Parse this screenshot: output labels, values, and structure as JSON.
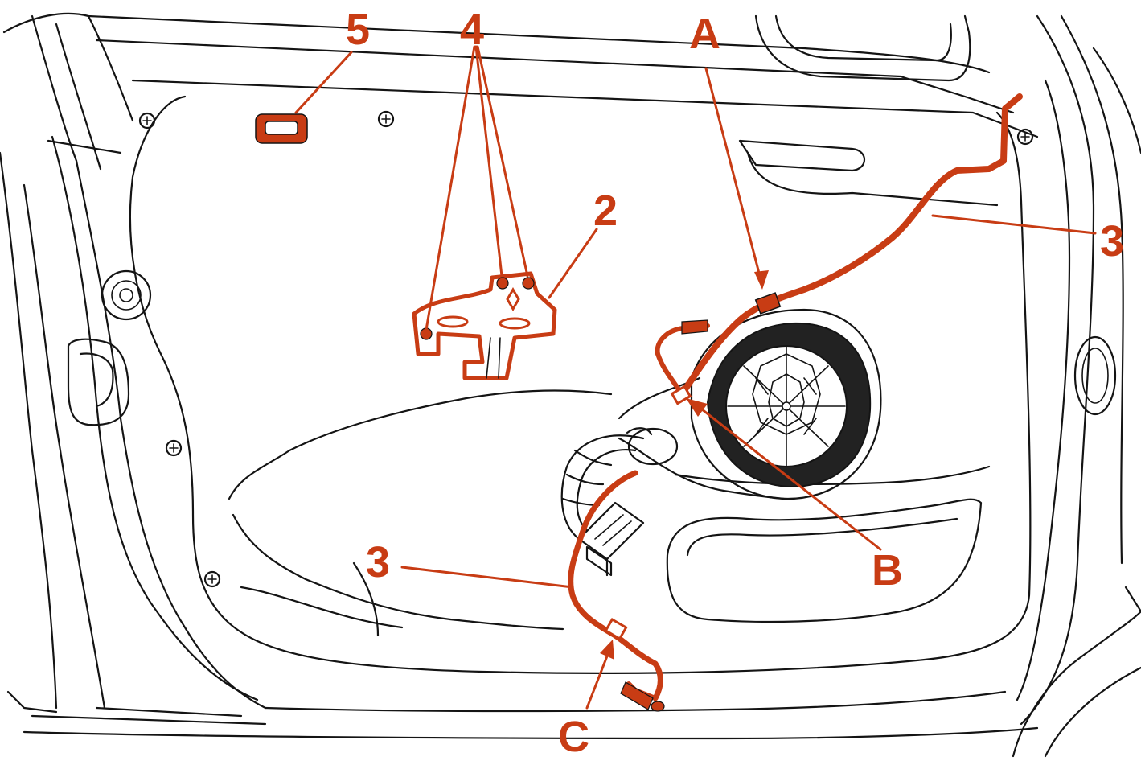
{
  "diagram": {
    "accent_color": "#c83c14",
    "line_color": "#141414",
    "callouts": {
      "label_5": "5",
      "label_4": "4",
      "label_A": "A",
      "label_2": "2",
      "label_3_right": "3",
      "label_3_left": "3",
      "label_B": "B",
      "label_C": "C"
    },
    "icons": [
      "screw-icon",
      "speaker-icon",
      "connector-icon",
      "clip-icon",
      "grommet-icon"
    ]
  }
}
